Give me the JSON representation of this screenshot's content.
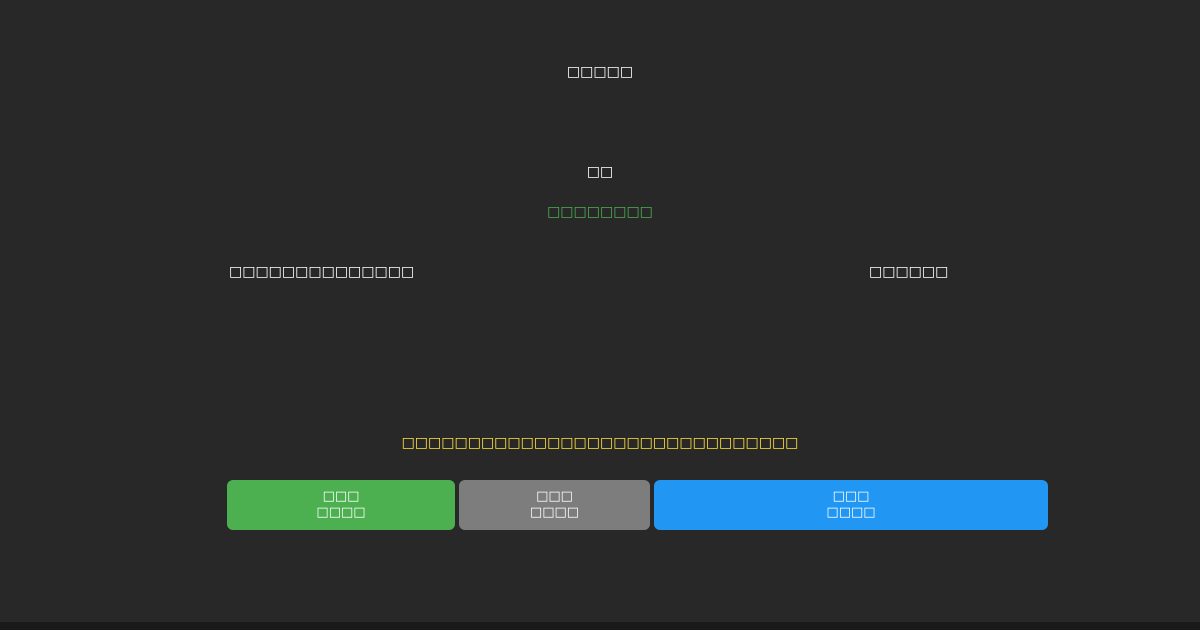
{
  "colors": {
    "background": "#282828",
    "footer_bar": "#1a1a1a",
    "text_primary": "#ffffff",
    "accent_green": "#4caf50",
    "accent_yellow": "#ffe13b",
    "button_green": "#4caf50",
    "button_gray": "#7d7d7d",
    "button_blue": "#2196f3"
  },
  "header": {
    "title": "□□□□□"
  },
  "status": {
    "center_label": "□□",
    "green_text": "□□□□□□□□"
  },
  "info": {
    "left_text": "□□□□□□□□□□□□□□",
    "right_text": "□□□□□□"
  },
  "message": {
    "text": "□□□□□□□□□□□□□□□□□□□□□□□□□□□□□□"
  },
  "buttons": [
    {
      "name": "green",
      "line1": "□□□",
      "line2": "□□□□",
      "color": "#4caf50"
    },
    {
      "name": "gray",
      "line1": "□□□",
      "line2": "□□□□",
      "color": "#7d7d7d"
    },
    {
      "name": "blue",
      "line1": "□□□",
      "line2": "□□□□",
      "color": "#2196f3"
    }
  ]
}
